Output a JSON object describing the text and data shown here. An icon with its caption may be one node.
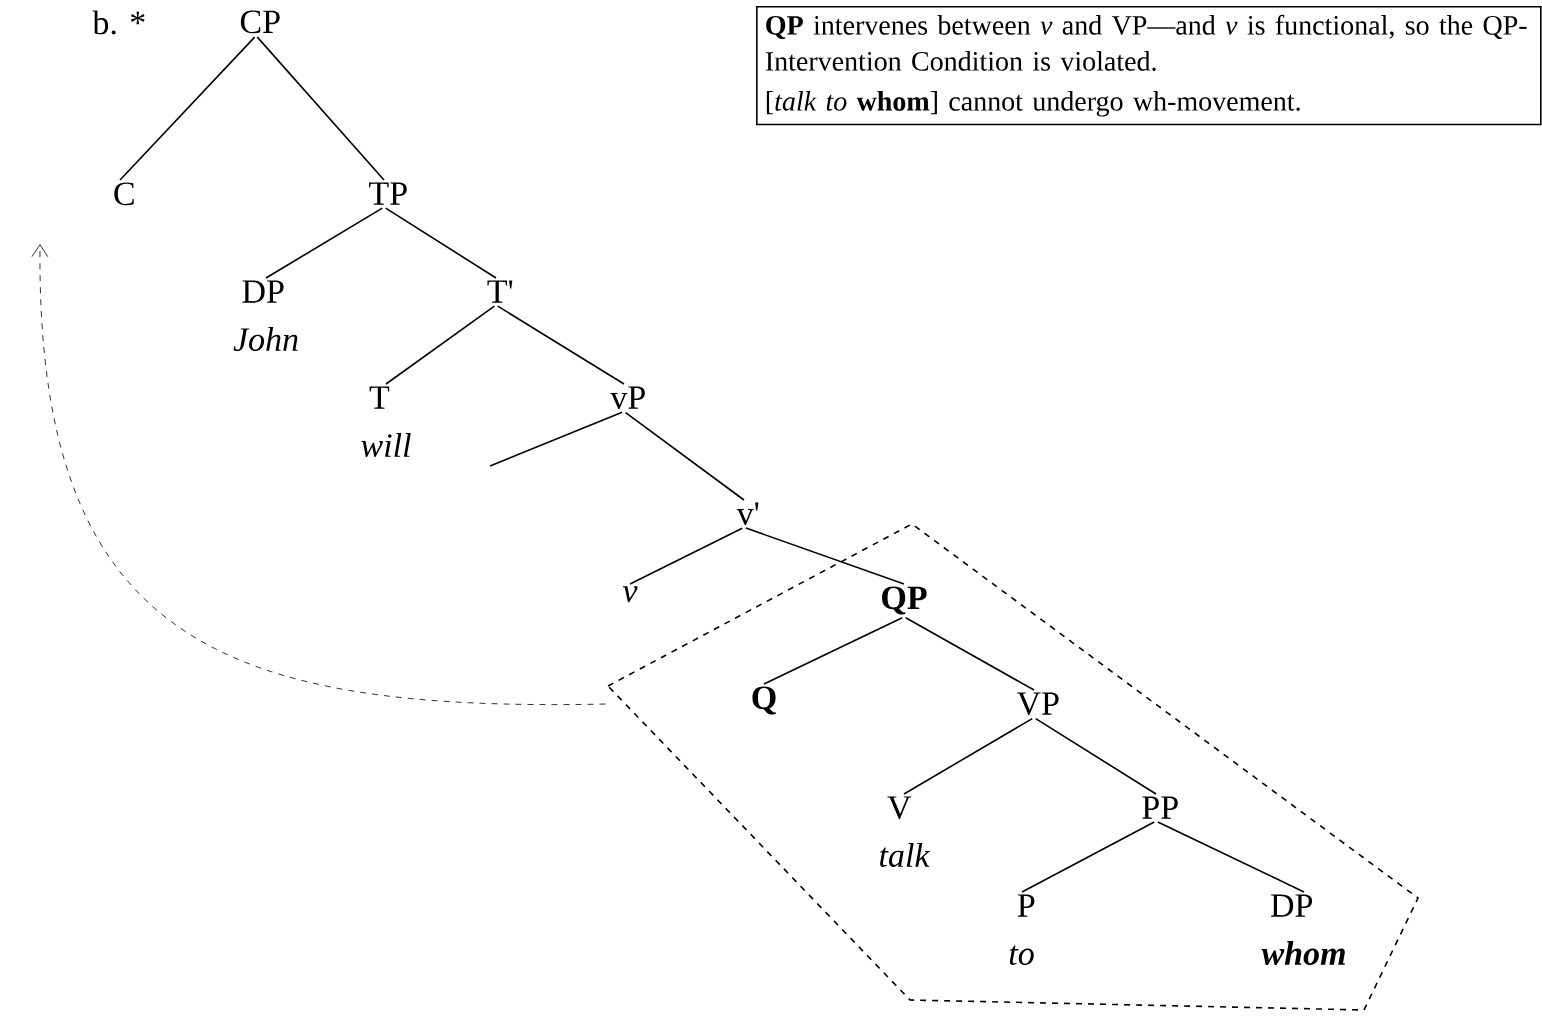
{
  "diagram": {
    "nodes": [
      {
        "text": [
          "CP"
        ]
      },
      {
        "text": [
          "C"
        ]
      },
      {
        "text": [
          "TP"
        ]
      },
      {
        "text": [
          "DP",
          "John"
        ]
      },
      {
        "text": [
          "T'"
        ]
      },
      {
        "text": [
          "T",
          "will"
        ]
      },
      {
        "text": [
          "vP"
        ]
      },
      {
        "text": [
          "v'"
        ]
      },
      {
        "text": [
          "v"
        ]
      },
      {
        "text": [],
        "shape": "pentagon"
      },
      {
        "text": [
          "QP"
        ],
        "in": 9
      },
      {
        "text": [
          "Q"
        ],
        "in": 9
      },
      {
        "text": [
          "VP"
        ],
        "in": 9
      },
      {
        "text": [
          "V",
          "talk"
        ],
        "in": 9
      },
      {
        "text": [
          "PP"
        ],
        "in": 9
      },
      {
        "text": [
          "P",
          "to"
        ],
        "in": 9
      },
      {
        "text": [
          "DP",
          "whom"
        ],
        "in": 9
      },
      {
        "text": [
          "**QP** intervenes between *v* and VP—and *v* is functional, so the QP-Intervention Condition is violated.",
          "[*talk to* **whom**] cannot undergo wh-movement."
        ]
      }
    ],
    "edges": [
      {
        "from": 0,
        "to": 1,
        "arrow": "none"
      },
      {
        "from": 0,
        "to": 2,
        "arrow": "none"
      },
      {
        "from": 2,
        "to": 3,
        "arrow": "none"
      },
      {
        "from": 2,
        "to": 4,
        "arrow": "none"
      },
      {
        "from": 4,
        "to": 5,
        "arrow": "none"
      },
      {
        "from": 4,
        "to": 6,
        "arrow": "none"
      },
      {
        "from": 6,
        "to": null,
        "arrow": "none"
      },
      {
        "from": 6,
        "to": 7,
        "arrow": "none"
      },
      {
        "from": 7,
        "to": 8,
        "arrow": "none"
      },
      {
        "from": 7,
        "to": 10,
        "arrow": "none"
      },
      {
        "from": 10,
        "to": 11,
        "arrow": "none"
      },
      {
        "from": 10,
        "to": 12,
        "arrow": "none"
      },
      {
        "from": 12,
        "to": 13,
        "arrow": "none"
      },
      {
        "from": 12,
        "to": 14,
        "arrow": "none"
      },
      {
        "from": 14,
        "to": 15,
        "arrow": "none"
      },
      {
        "from": 14,
        "to": 16,
        "arrow": "none"
      },
      {
        "from": 9,
        "to": null,
        "arrow": "to",
        "style": "dashed"
      }
    ],
    "labels": [
      "b. *"
    ]
  }
}
